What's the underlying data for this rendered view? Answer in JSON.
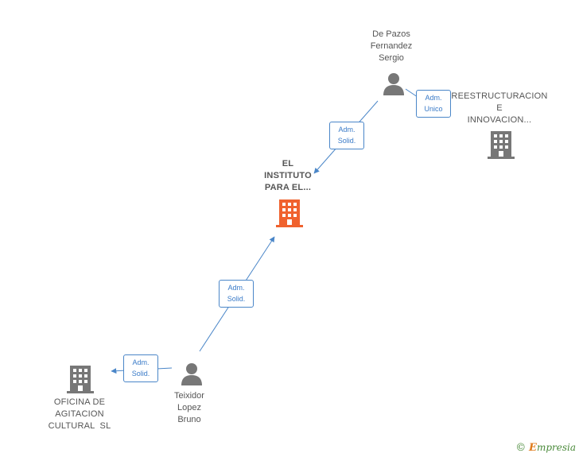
{
  "nodes": {
    "person_top": {
      "line1": "De Pazos",
      "line2": "Fernandez",
      "line3": "Sergio"
    },
    "company_right": {
      "line1": "REESTRUCTURACION",
      "line2": "E",
      "line3": "INNOVACION..."
    },
    "company_center": {
      "line1": "EL",
      "line2": "INSTITUTO",
      "line3": "PARA EL..."
    },
    "company_left": {
      "line1": "OFICINA DE",
      "line2": "AGITACION",
      "line3": "CULTURAL  SL"
    },
    "person_bottom": {
      "line1": "Teixidor",
      "line2": "Lopez",
      "line3": "Bruno"
    }
  },
  "relations": {
    "top_to_center": {
      "line1": "Adm.",
      "line2": "Solid."
    },
    "top_to_right": {
      "line1": "Adm.",
      "line2": "Unico"
    },
    "bottom_to_center": {
      "line1": "Adm.",
      "line2": "Solid."
    },
    "bottom_to_left": {
      "line1": "Adm.",
      "line2": "Solid."
    }
  },
  "colors": {
    "edge": "#4a86c8",
    "icon_gray": "#777777",
    "icon_focus": "#f0622e"
  },
  "brand": {
    "copyright": "©",
    "initial": "E",
    "name": "mpresia"
  }
}
